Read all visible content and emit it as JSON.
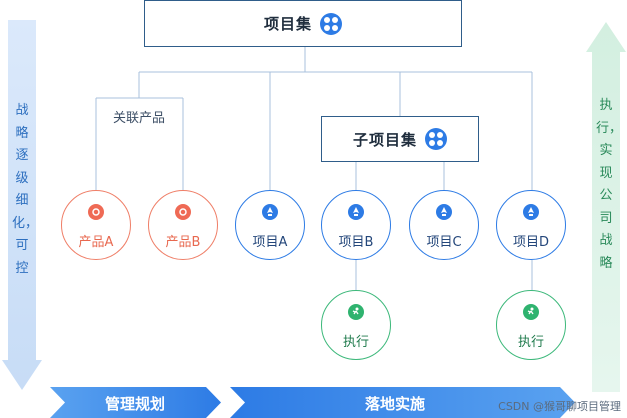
{
  "top_node": {
    "label": "项目集"
  },
  "related_products": {
    "label": "关联产品"
  },
  "sub_node": {
    "label": "子项目集"
  },
  "products": [
    {
      "label": "产品A"
    },
    {
      "label": "产品B"
    }
  ],
  "projects": [
    {
      "label": "项目A"
    },
    {
      "label": "项目B"
    },
    {
      "label": "项目C"
    },
    {
      "label": "项目D"
    }
  ],
  "executions": [
    {
      "label": "执行"
    },
    {
      "label": "执行"
    }
  ],
  "left_arrow_text": "战略逐级细化，可控",
  "right_arrow_text": "执行，实现公司战略",
  "bottom_bands": [
    {
      "label": "管理规划"
    },
    {
      "label": "落地实施"
    }
  ],
  "watermark": "CSDN @猴哥聊项目管理",
  "colors": {
    "box_border": "#2f5d8a",
    "product": "#ef7e67",
    "project": "#2d7be5",
    "execution": "#3cb87a",
    "band": "#2d7be5"
  },
  "icons": {
    "hub": "hub-icon",
    "product": "product-icon",
    "project": "rocket-icon",
    "execution": "runner-icon"
  }
}
